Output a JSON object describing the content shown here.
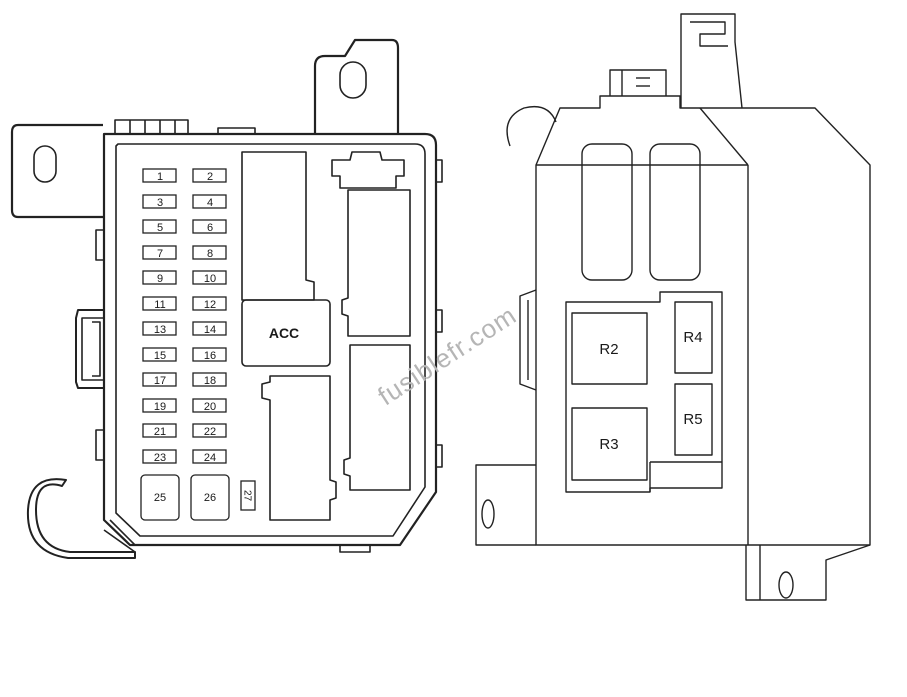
{
  "watermark": "fusiblefr.com",
  "left_box": {
    "fuses": [
      "1",
      "2",
      "3",
      "4",
      "5",
      "6",
      "7",
      "8",
      "9",
      "10",
      "11",
      "12",
      "13",
      "14",
      "15",
      "16",
      "17",
      "18",
      "19",
      "20",
      "21",
      "22",
      "23",
      "24"
    ],
    "fuse_25": "25",
    "fuse_26": "26",
    "fuse_27": "27",
    "acc": "ACC"
  },
  "right_box": {
    "relays": {
      "r2": "R2",
      "r3": "R3",
      "r4": "R4",
      "r5": "R5"
    }
  },
  "colors": {
    "stroke": "#222222",
    "background": "#ffffff",
    "watermark": "#b5b5b5"
  }
}
